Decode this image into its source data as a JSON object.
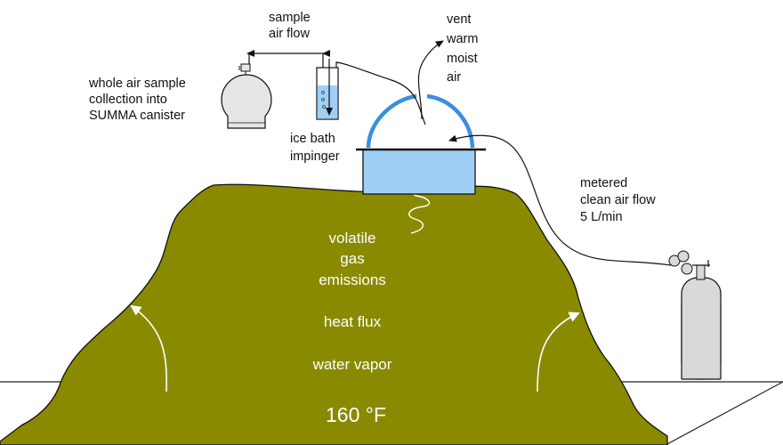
{
  "labels": {
    "sample_air_flow": [
      "sample",
      "air flow"
    ],
    "vent": [
      "vent",
      "warm",
      "moist",
      "air"
    ],
    "summa": [
      "whole air sample",
      "collection into",
      "SUMMA canister"
    ],
    "impinger": [
      "ice bath",
      "impinger"
    ],
    "metered": [
      "metered",
      "clean air flow",
      "5 L/min"
    ]
  },
  "pile_text": {
    "emissions": [
      "volatile",
      "gas",
      "emissions"
    ],
    "heat_flux": "heat flux",
    "water_vapor": "water vapor",
    "temperature": "160 °F"
  },
  "colors": {
    "pile": "#898a00",
    "chamber_fill": "#9fcff5",
    "chamber_outline": "#111111",
    "dome": "#3b8fe0",
    "arrows": "#ffffff",
    "gas_cylinder": "#d9d9d9"
  },
  "icons": [
    "summa-canister-icon",
    "impinger-icon",
    "gas-cylinder-icon"
  ]
}
